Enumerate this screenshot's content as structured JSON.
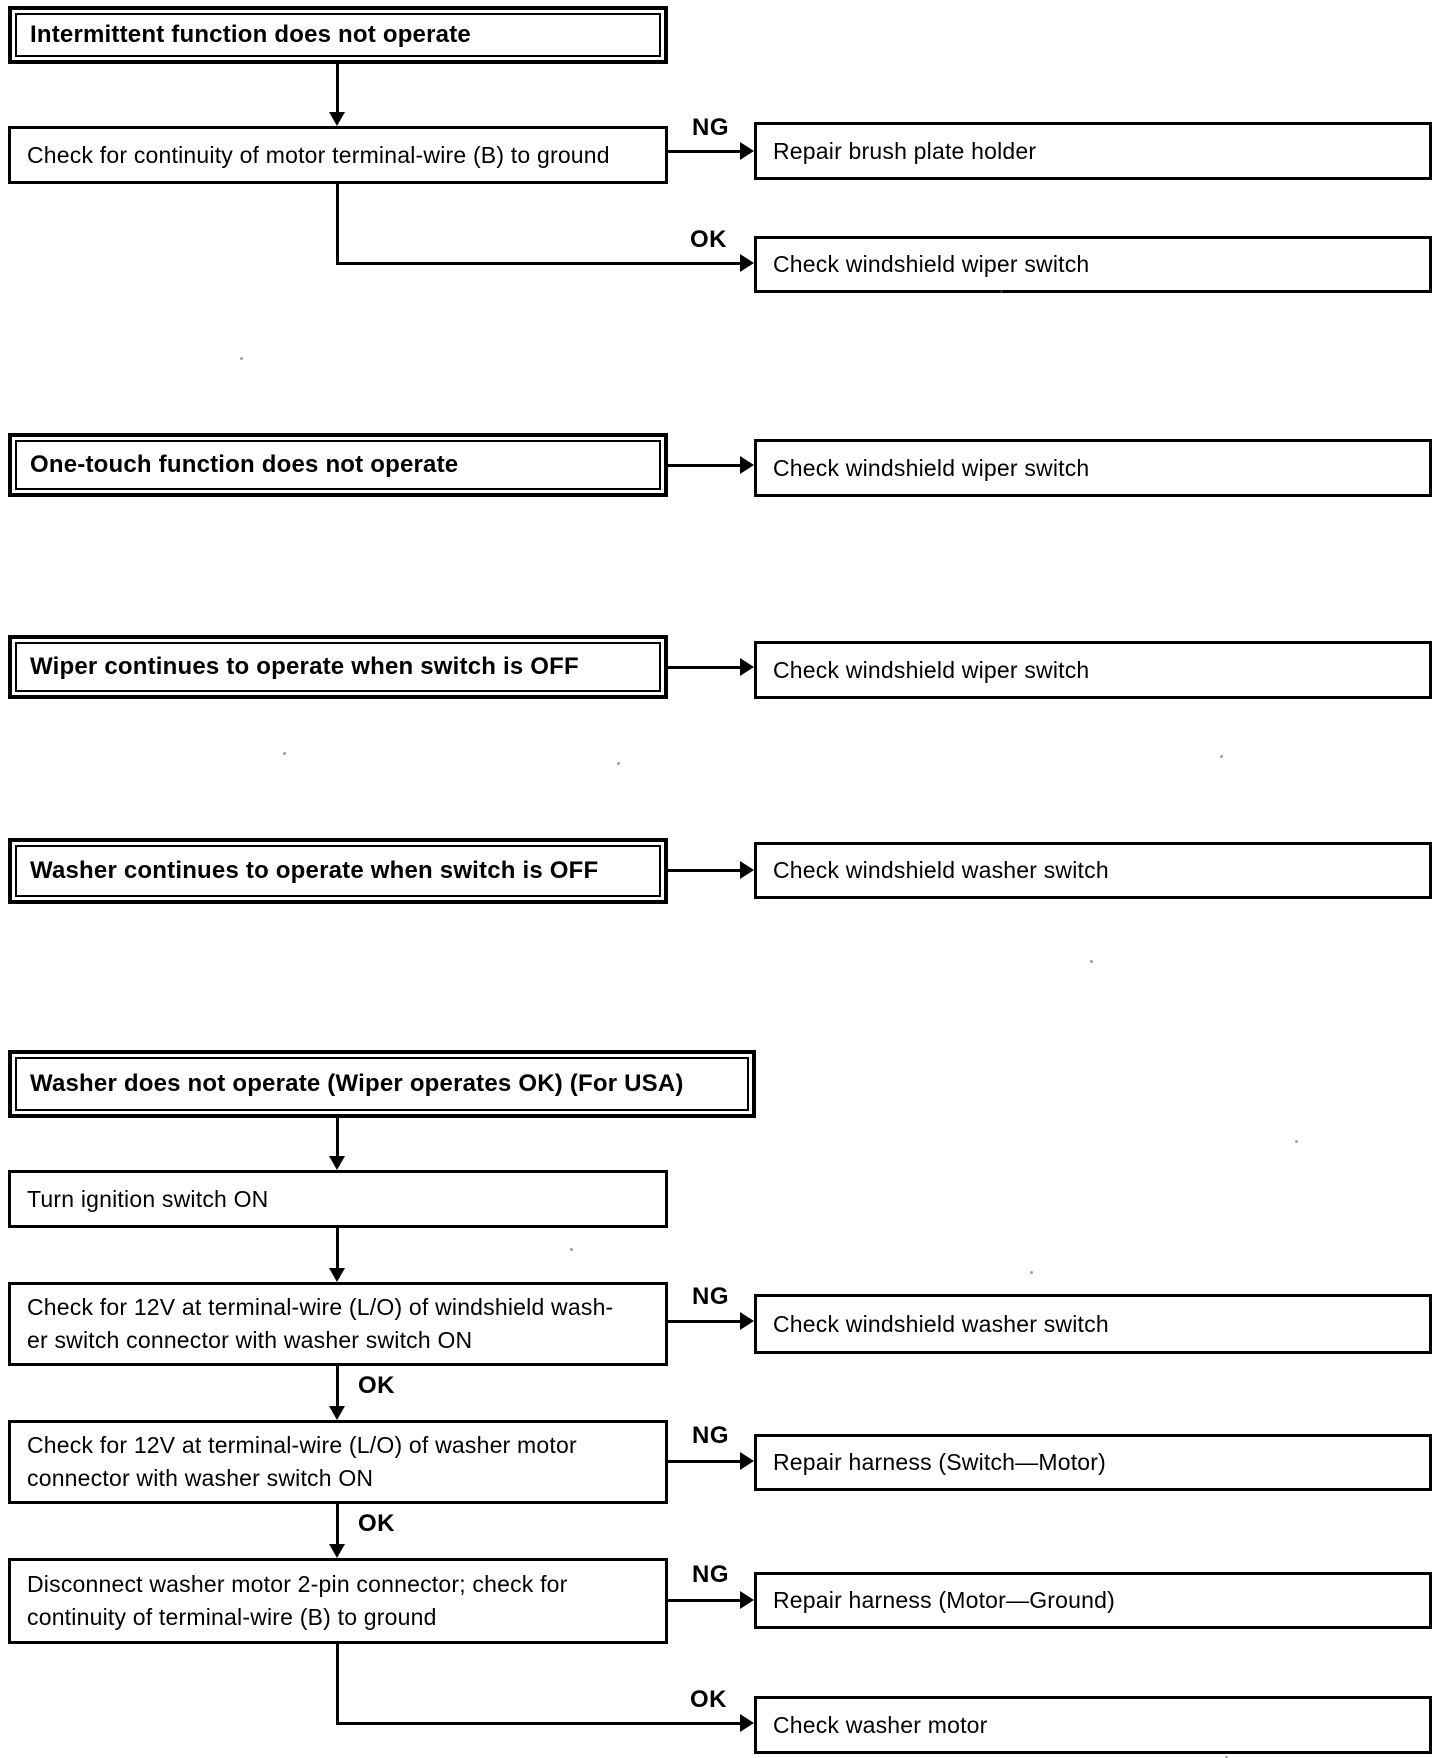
{
  "document": {
    "type": "troubleshooting-flowchart",
    "background": "#ffffff",
    "ink_color": "#000000"
  },
  "sections": [
    {
      "id": "intermittent",
      "header": "Intermittent function does not operate",
      "step": "Check for continuity of motor terminal-wire (B) to ground",
      "ng_label": "NG",
      "ng_result": "Repair brush plate holder",
      "ok_label": "OK",
      "ok_result": "Check windshield wiper switch"
    },
    {
      "id": "one-touch",
      "header": "One-touch function does not operate",
      "result": "Check windshield wiper switch"
    },
    {
      "id": "wiper-continues",
      "header": "Wiper continues to operate when switch is OFF",
      "result": "Check windshield wiper switch"
    },
    {
      "id": "washer-continues",
      "header": "Washer continues to operate when switch is OFF",
      "result": "Check windshield washer switch"
    },
    {
      "id": "washer-not-operate-usa",
      "header": "Washer does not operate (Wiper operates OK) (For USA)",
      "step1": "Turn ignition switch ON",
      "step2": "Check for 12V at terminal-wire (L/O) of windshield wash-\ner switch connector with washer switch ON",
      "step2_ng_label": "NG",
      "step2_ng_result": "Check windshield washer switch",
      "step2_ok_label": "OK",
      "step3": "Check for 12V at terminal-wire (L/O) of washer motor\nconnector with washer switch ON",
      "step3_ng_label": "NG",
      "step3_ng_result": "Repair harness (Switch—Motor)",
      "step3_ok_label": "OK",
      "step4": "Disconnect washer motor 2-pin connector; check for\ncontinuity of terminal-wire (B) to ground",
      "step4_ng_label": "NG",
      "step4_ng_result": "Repair harness (Motor—Ground)",
      "final_ok_label": "OK",
      "final_result": "Check washer motor"
    }
  ]
}
